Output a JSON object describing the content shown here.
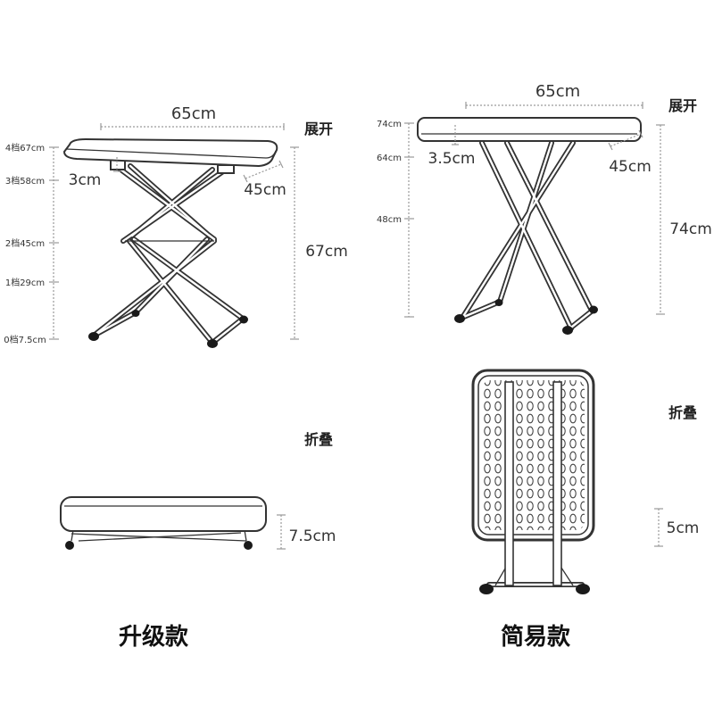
{
  "upgraded": {
    "label": "升级款",
    "unfolded": {
      "label": "展开",
      "width": "65cm",
      "top_thickness": "3cm",
      "depth": "45cm",
      "height": "67cm",
      "levels": [
        "4档67cm",
        "3档58cm",
        "2档45cm",
        "1档29cm",
        "0档7.5cm"
      ]
    },
    "folded": {
      "label": "折叠",
      "height": "7.5cm"
    }
  },
  "simple": {
    "label": "简易款",
    "unfolded": {
      "label": "展开",
      "width": "65cm",
      "top_thickness": "3.5cm",
      "depth": "45cm",
      "height": "74cm",
      "levels": [
        "74cm",
        "64cm",
        "48cm"
      ]
    },
    "folded": {
      "label": "折叠",
      "height": "5cm"
    }
  }
}
